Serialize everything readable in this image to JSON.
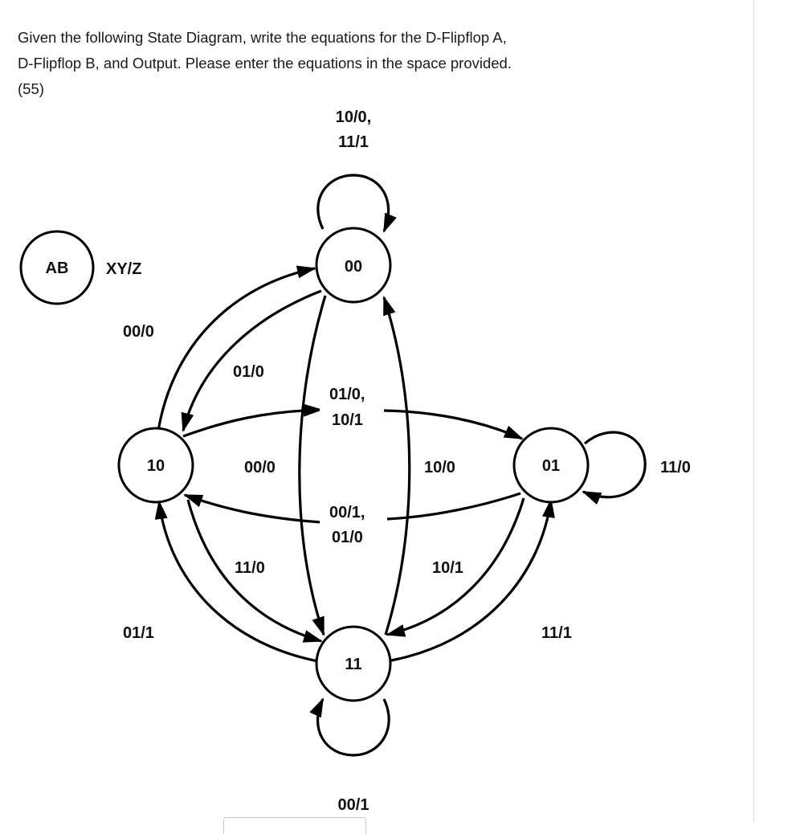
{
  "question": {
    "line1": "Given the following State Diagram, write the equations for the D-Flipflop A,",
    "line2": "D-Flipflop B, and Output. Please enter the equations in the space provided.",
    "points": "(55)"
  },
  "legend": {
    "state_label": "AB",
    "io_label": "XY/Z"
  },
  "states": {
    "s00": "00",
    "s01": "01",
    "s10": "10",
    "s11": "11"
  },
  "transitions": {
    "t00_self_a": "10/0,",
    "t00_self_b": "11/1",
    "t00_to_10_outer": "00/0",
    "t00_to_10_inner": "01/0",
    "t10_to_01_a": "01/0,",
    "t10_to_01_b": "10/1",
    "t00_to_11": "00/0",
    "t11_to_00": "10/0",
    "t01_self": "11/0",
    "t01_to_10_a": "00/1,",
    "t01_to_10_b": "01/0",
    "t10_to_11": "11/0",
    "t01_to_11": "10/1",
    "t11_to_10": "01/1",
    "t11_to_01": "11/1",
    "t11_self": "00/1"
  }
}
